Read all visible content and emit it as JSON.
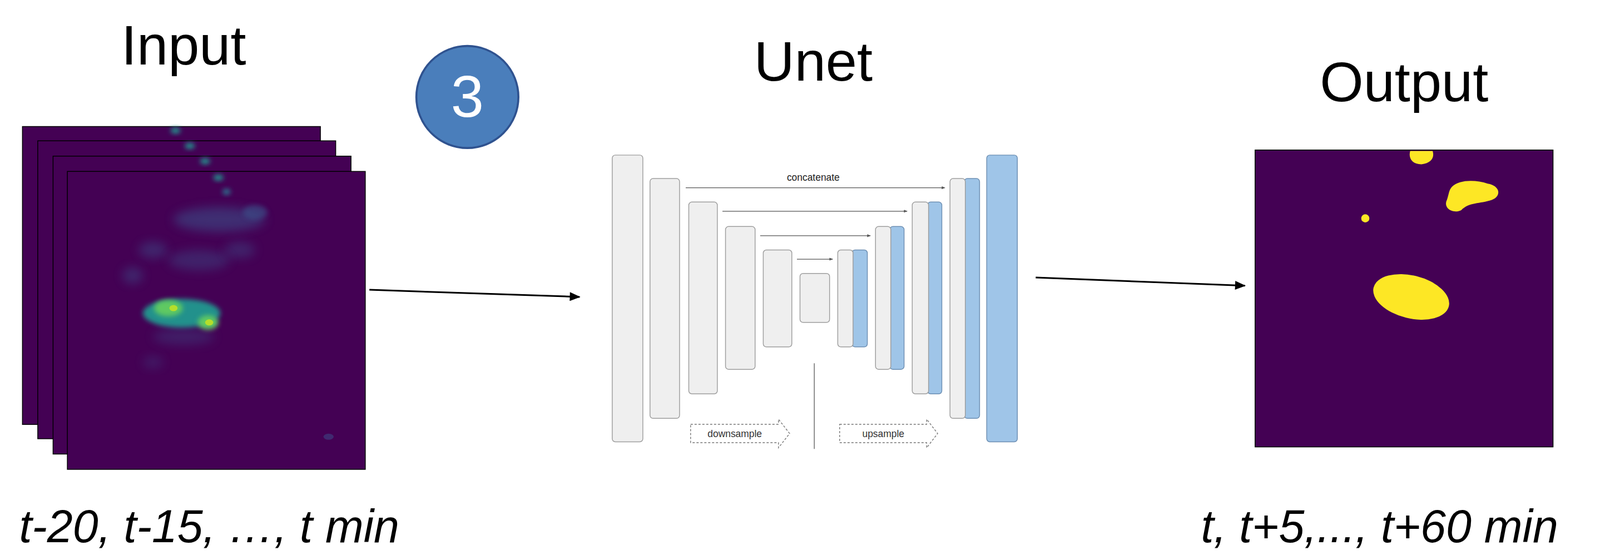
{
  "diagram": {
    "nodes": [
      {
        "text": [
          "Input",
          "t-20, t-15, …, t min"
        ]
      },
      {
        "text": [
          "3"
        ]
      },
      {
        "text": [
          "Unet"
        ]
      },
      {
        "text": [
          "downsample"
        ],
        "in": 2
      },
      {
        "text": [
          "upsample"
        ],
        "in": 2
      },
      {
        "text": [
          "Output",
          "t, t+5,..., t+60 min"
        ]
      }
    ],
    "edges": [
      {
        "from": 0,
        "to": 2,
        "arrow": "to"
      },
      {
        "from": 2,
        "to": 5,
        "arrow": "to"
      }
    ],
    "labels": [
      "concatenate"
    ]
  }
}
